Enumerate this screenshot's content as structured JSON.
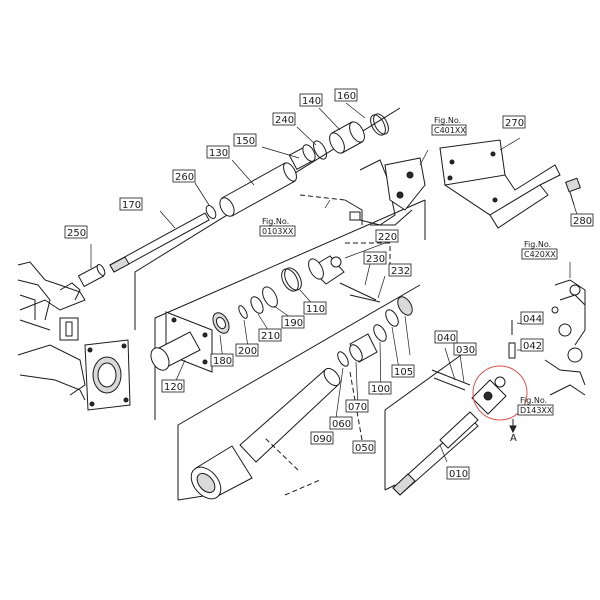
{
  "parts": [
    {
      "id": "p160",
      "label": "160"
    },
    {
      "id": "p140",
      "label": "140"
    },
    {
      "id": "p240",
      "label": "240"
    },
    {
      "id": "p150",
      "label": "150"
    },
    {
      "id": "p130",
      "label": "130"
    },
    {
      "id": "p260",
      "label": "260"
    },
    {
      "id": "p170",
      "label": "170"
    },
    {
      "id": "p250",
      "label": "250"
    },
    {
      "id": "p270",
      "label": "270"
    },
    {
      "id": "p280",
      "label": "280"
    },
    {
      "id": "p220",
      "label": "220"
    },
    {
      "id": "p230",
      "label": "230"
    },
    {
      "id": "p232",
      "label": "232"
    },
    {
      "id": "p110",
      "label": "110"
    },
    {
      "id": "p190",
      "label": "190"
    },
    {
      "id": "p210",
      "label": "210"
    },
    {
      "id": "p200",
      "label": "200"
    },
    {
      "id": "p180",
      "label": "180"
    },
    {
      "id": "p120",
      "label": "120"
    },
    {
      "id": "p105",
      "label": "105"
    },
    {
      "id": "p100",
      "label": "100"
    },
    {
      "id": "p070",
      "label": "070"
    },
    {
      "id": "p060",
      "label": "060"
    },
    {
      "id": "p090",
      "label": "090"
    },
    {
      "id": "p050",
      "label": "050"
    },
    {
      "id": "p044",
      "label": "044"
    },
    {
      "id": "p042",
      "label": "042"
    },
    {
      "id": "p040",
      "label": "040"
    },
    {
      "id": "p030",
      "label": "030"
    },
    {
      "id": "p010",
      "label": "010"
    }
  ],
  "figure_refs": {
    "c401": [
      "Fig.No.",
      "C401XX"
    ],
    "f0103": [
      "Fig.No.",
      "0103XX"
    ],
    "c420": [
      "Fig.No.",
      "C420XX"
    ],
    "d143": [
      "Fig.No.",
      "D143XX"
    ]
  },
  "marker_a": "A"
}
